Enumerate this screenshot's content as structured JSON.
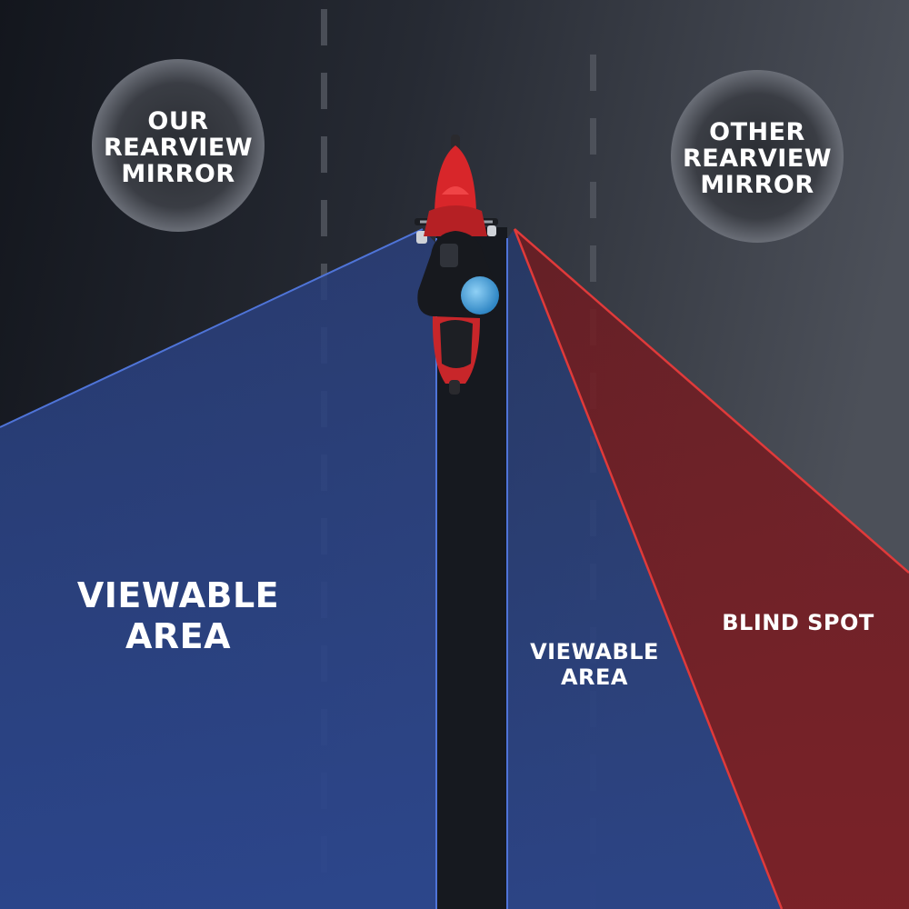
{
  "colors": {
    "background_left": "#15181f",
    "background_right": "#4a4e58",
    "road_center": "#1a1d24",
    "lane_marking": "#4a4e57",
    "viewable_fill": "#2f4a8f",
    "viewable_edge": "#4f74d8",
    "blind_fill": "#7d1f24",
    "blind_edge": "#e03a3a",
    "motorcycle_body": "#d8262a",
    "rider_jacket": "#17191e",
    "helmet": "#4aa3dd",
    "circle_fill": "#2b2e35",
    "text": "#ffffff"
  },
  "labels": {
    "our_mirror": [
      "OUR",
      "REARVIEW",
      "MIRROR"
    ],
    "other_mirror": [
      "OTHER",
      "REARVIEW",
      "MIRROR"
    ],
    "viewable_left": [
      "VIEWABLE",
      "AREA"
    ],
    "viewable_right": [
      "VIEWABLE",
      "AREA"
    ],
    "blind_spot": "BLIND SPOT"
  }
}
